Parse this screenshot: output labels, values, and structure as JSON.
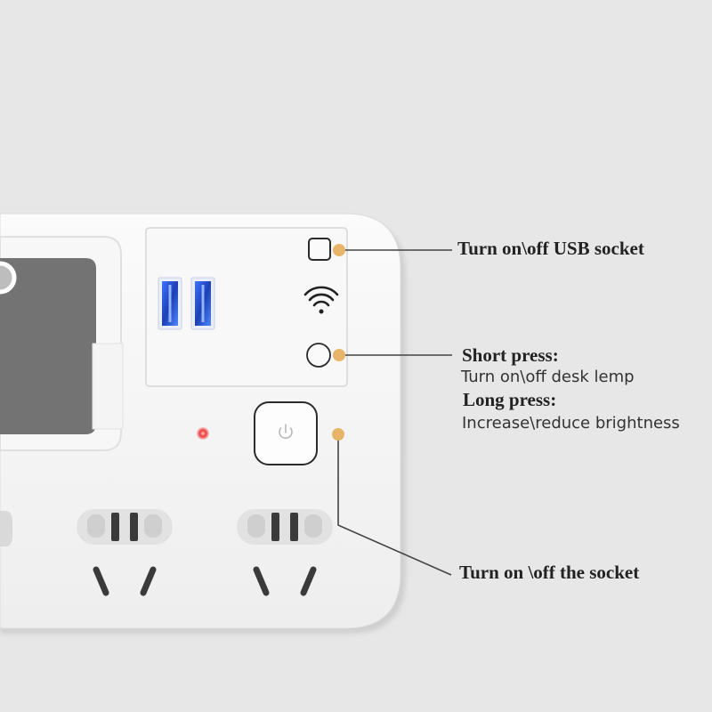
{
  "callouts": {
    "usb_socket": "Turn on\\off USB socket",
    "short_press_heading": "Short press:",
    "short_press_desc": "Turn on\\off desk lemp",
    "long_press_heading": "Long press:",
    "long_press_desc": "Increase\\reduce brightness",
    "socket": "Turn on \\off the socket"
  },
  "icons": {
    "wifi": "wifi-icon",
    "power": "power-icon"
  },
  "colors": {
    "background": "#e7e7e7",
    "panel": "#f6f6f6",
    "usb_port": "#2d5bd6",
    "indicator_led": "#e23b3b",
    "callout_dot": "#e8b46a",
    "leader_line": "#444444"
  }
}
